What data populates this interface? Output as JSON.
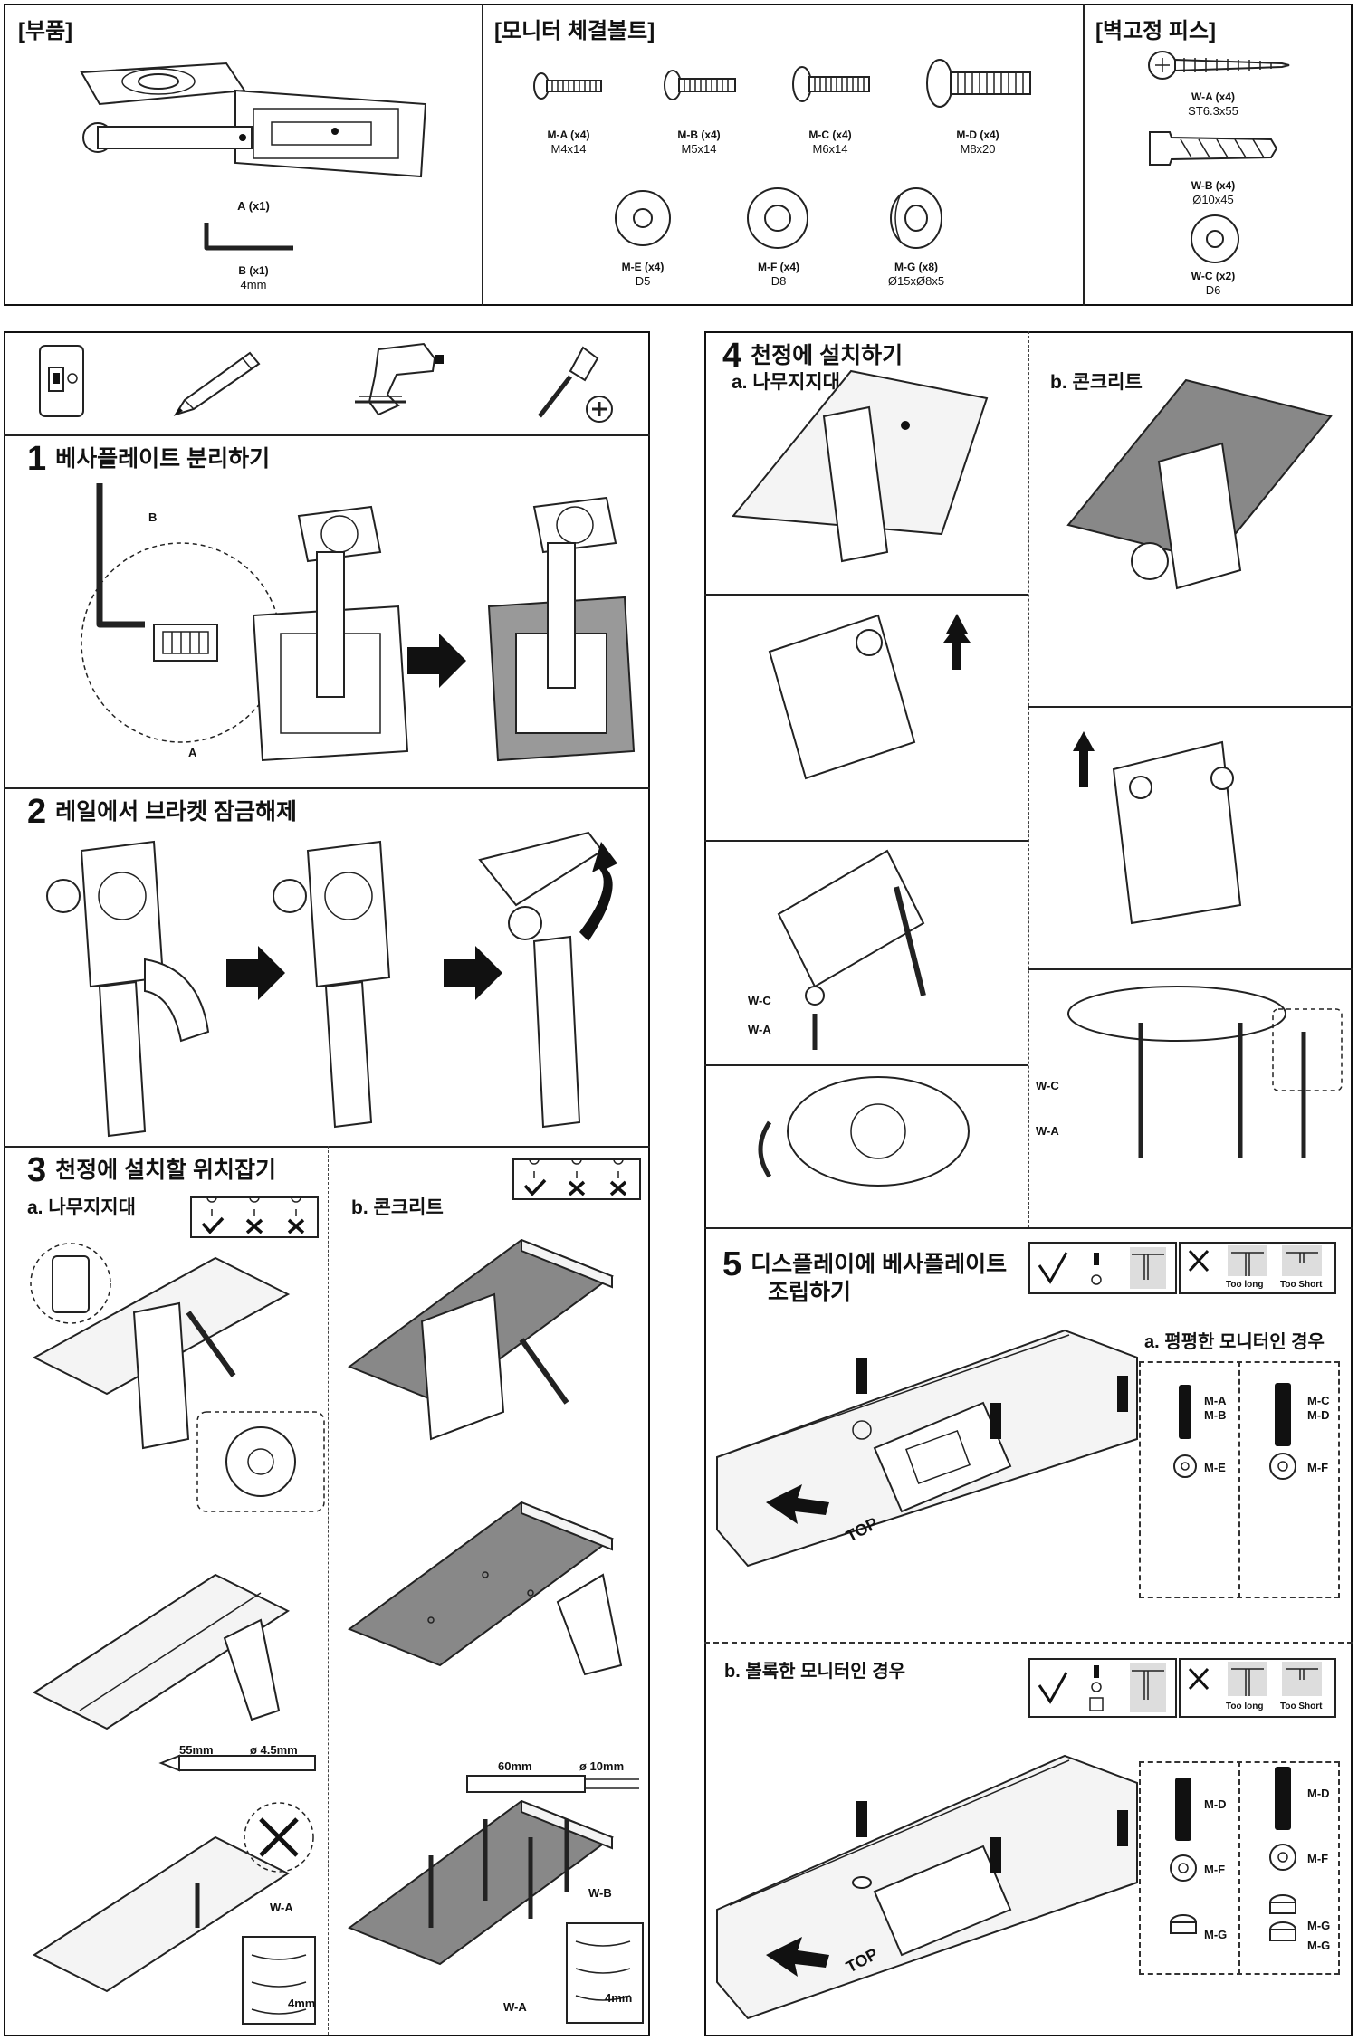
{
  "parts": {
    "title": "[부품]",
    "items": [
      {
        "code": "A (x1)",
        "spec": ""
      },
      {
        "code": "B (x1)",
        "spec": "4mm"
      }
    ]
  },
  "bolts": {
    "title": "[모니터 체결볼트]",
    "items": [
      {
        "code": "M-A (x4)",
        "spec": "M4x14"
      },
      {
        "code": "M-B (x4)",
        "spec": "M5x14"
      },
      {
        "code": "M-C (x4)",
        "spec": "M6x14"
      },
      {
        "code": "M-D (x4)",
        "spec": "M8x20"
      },
      {
        "code": "M-E (x4)",
        "spec": "D5"
      },
      {
        "code": "M-F (x4)",
        "spec": "D8"
      },
      {
        "code": "M-G (x8)",
        "spec": "Ø15xØ8x5"
      }
    ]
  },
  "wall": {
    "title": "[벽고정 피스]",
    "items": [
      {
        "code": "W-A (x4)",
        "spec": "ST6.3x55"
      },
      {
        "code": "W-B (x4)",
        "spec": "Ø10x45"
      },
      {
        "code": "W-C (x2)",
        "spec": "D6"
      }
    ]
  },
  "tools": [
    "stud-finder",
    "pencil",
    "drill",
    "phillips-screwdriver"
  ],
  "step1": {
    "num": "1",
    "title": "베사플레이트 분리하기",
    "label_b": "B",
    "label_a": "A"
  },
  "step2": {
    "num": "2",
    "title": "레일에서 브라켓 잠금해제"
  },
  "step3": {
    "num": "3",
    "title": "천정에 설치할 위치잡기",
    "wood": "a. 나무지지대",
    "concrete": "b. 콘크리트",
    "d55": "55mm",
    "drill_wood": "ø 4.5mm",
    "d60": "60mm",
    "drill_conc": "ø 10mm",
    "wa": "W-A",
    "wb": "W-B",
    "gap": "4mm"
  },
  "step4": {
    "num": "4",
    "title": "천정에 설치하기",
    "wood": "a. 나무지지대",
    "concrete": "b. 콘크리트",
    "wc": "W-C",
    "wa": "W-A"
  },
  "step5": {
    "num": "5",
    "title_line1": "디스플레이에 베사플레이트",
    "title_line2": "조립하기",
    "flat": "a. 평평한 모니터인 경우",
    "curved": "b. 볼록한 모니터인 경우",
    "too_long": "Too long",
    "too_short": "Too Short",
    "top": "TOP",
    "flat_labels": {
      "ma": "M-A",
      "mb": "M-B",
      "me": "M-E",
      "mc": "M-C",
      "md": "M-D",
      "mf": "M-F"
    },
    "curved_labels": {
      "md": "M-D",
      "mf": "M-F",
      "mg": "M-G"
    }
  }
}
